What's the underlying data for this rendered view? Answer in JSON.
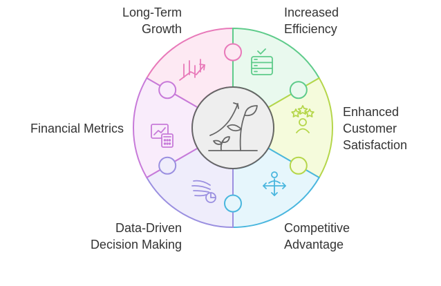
{
  "diagram": {
    "segments": [
      {
        "id": "long-term-growth",
        "lines": [
          "Long-Term",
          "Growth"
        ],
        "fill": "#fde9f3",
        "stroke": "#e879b9",
        "icon": "growth-chart-icon"
      },
      {
        "id": "increased-efficiency",
        "lines": [
          "Increased",
          "Efficiency"
        ],
        "fill": "#e9f9ee",
        "stroke": "#5ecb8a",
        "icon": "server-check-icon"
      },
      {
        "id": "enhanced-customer-satisfaction",
        "lines": [
          "Enhanced",
          "Customer",
          "Satisfaction"
        ],
        "fill": "#f5fbdc",
        "stroke": "#b5d64a",
        "icon": "customer-stars-icon"
      },
      {
        "id": "competitive-advantage",
        "lines": [
          "Competitive",
          "Advantage"
        ],
        "fill": "#e6f6fc",
        "stroke": "#49b6de",
        "icon": "person-arrows-icon"
      },
      {
        "id": "data-driven-decision-making",
        "lines": [
          "Data-Driven",
          "Decision Making"
        ],
        "fill": "#efedfb",
        "stroke": "#9a8fe0",
        "icon": "data-flow-icon"
      },
      {
        "id": "financial-metrics",
        "lines": [
          "Financial Metrics"
        ],
        "fill": "#f9ecfb",
        "stroke": "#c77ad9",
        "icon": "calculator-chart-icon"
      }
    ],
    "center": {
      "icon": "plant-growth-icon",
      "fill": "#eeeeee",
      "stroke": "#666666"
    }
  }
}
